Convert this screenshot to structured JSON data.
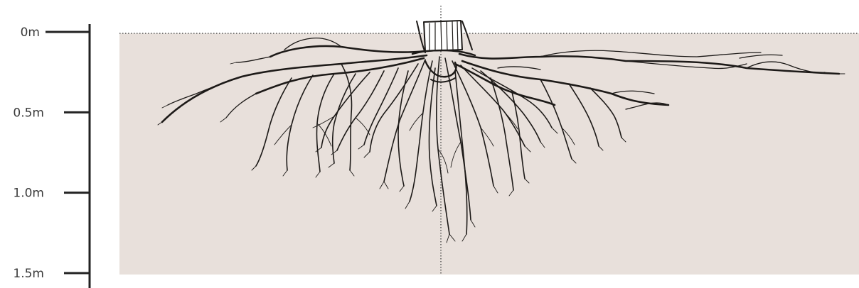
{
  "scale": {
    "ticks": [
      {
        "label": "0m",
        "depth_m": 0
      },
      {
        "label": "0.5m",
        "depth_m": 0.5
      },
      {
        "label": "1.0m",
        "depth_m": 1.0
      },
      {
        "label": "1.5m",
        "depth_m": 1.5
      }
    ],
    "max_depth_m": 1.5
  },
  "colors": {
    "soil": "#e8e0db",
    "ink": "#1d1a18",
    "scale_line": "#222222",
    "label_text": "#3a3a3a",
    "guide_line": "#333333"
  },
  "icons": [
    "tree-stump-icon",
    "root-system-illustration"
  ]
}
